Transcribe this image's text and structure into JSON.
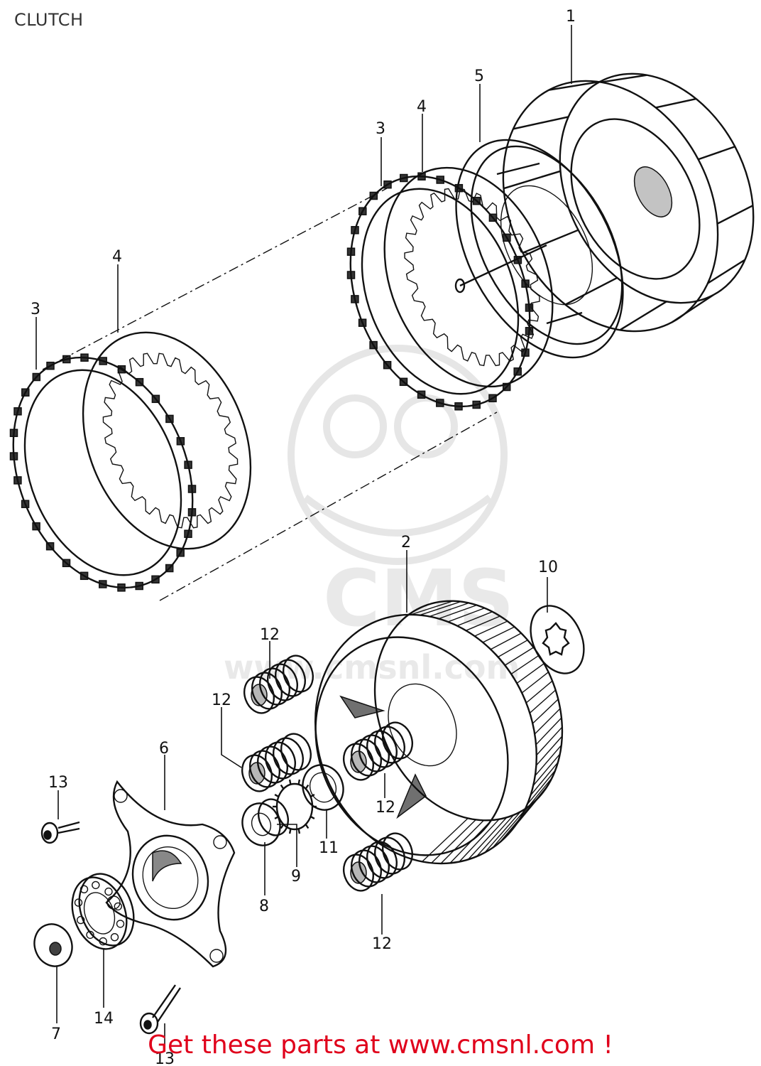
{
  "header": {
    "title": "CLUTCH"
  },
  "footer": {
    "cta": "Get these parts at www.cmsnl.com !"
  },
  "watermark": {
    "logo_text": "CMS",
    "url_text": "www.cmsnl.com"
  },
  "callouts": [
    {
      "id": "c1a",
      "text": "1"
    },
    {
      "id": "c5",
      "text": "5"
    },
    {
      "id": "c4a",
      "text": "4"
    },
    {
      "id": "c3a",
      "text": "3"
    },
    {
      "id": "c4b",
      "text": "4"
    },
    {
      "id": "c3b",
      "text": "3"
    },
    {
      "id": "c2",
      "text": "2"
    },
    {
      "id": "c10",
      "text": "10"
    },
    {
      "id": "c12a",
      "text": "12"
    },
    {
      "id": "c12b",
      "text": "12"
    },
    {
      "id": "c12c",
      "text": "12"
    },
    {
      "id": "c12d",
      "text": "12"
    },
    {
      "id": "c6",
      "text": "6"
    },
    {
      "id": "c13a",
      "text": "13"
    },
    {
      "id": "c11",
      "text": "11"
    },
    {
      "id": "c9",
      "text": "9"
    },
    {
      "id": "c8",
      "text": "8"
    },
    {
      "id": "c7",
      "text": "7"
    },
    {
      "id": "c14",
      "text": "14"
    },
    {
      "id": "c13b",
      "text": "13"
    }
  ]
}
